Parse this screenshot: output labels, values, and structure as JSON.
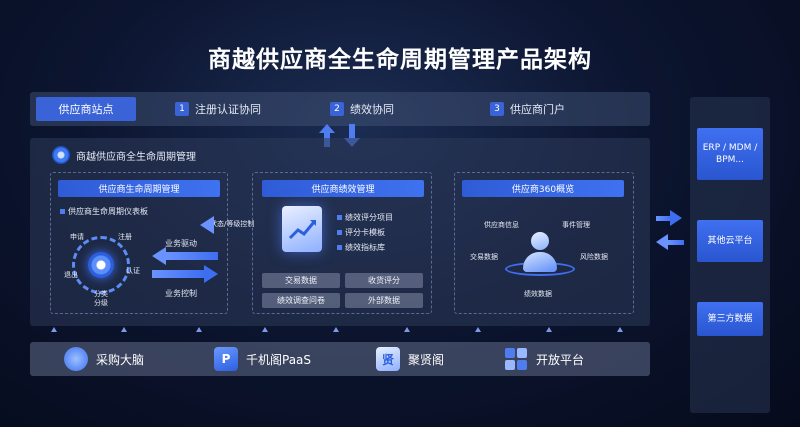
{
  "title": "商越供应商全生命周期管理产品架构",
  "top": {
    "site": "供应商站点",
    "steps": [
      {
        "num": "1",
        "label": "注册认证协同"
      },
      {
        "num": "2",
        "label": "绩效协同"
      },
      {
        "num": "3",
        "label": "供应商门户"
      }
    ]
  },
  "main": {
    "heading": "商越供应商全生命周期管理",
    "lifecycle": {
      "header": "供应商生命周期管理",
      "dashboard": "供应商生命周期仪表板",
      "cycle": [
        "申请",
        "注册",
        "认证",
        "分级",
        "分类",
        "退出"
      ]
    },
    "arrows": {
      "status": "状态/等级控制",
      "business_drive": "业务驱动",
      "business_control": "业务控制"
    },
    "performance": {
      "header": "供应商绩效管理",
      "items": [
        "绩效评分项目",
        "评分卡模板",
        "绩效指标库"
      ],
      "boxes": [
        "交易数据",
        "收货评分",
        "绩效调查问卷",
        "外部数据"
      ]
    },
    "overview": {
      "header": "供应商360概览",
      "labels": [
        "供应商信息",
        "事件管理",
        "交易数据",
        "风险数据",
        "绩效数据"
      ]
    }
  },
  "bottom": [
    {
      "icon": "brain-icon",
      "label": "采购大脑"
    },
    {
      "icon": "paas-icon",
      "label": "千机阁PaaS",
      "glyph": "P"
    },
    {
      "icon": "juxian-icon",
      "label": "聚贤阁",
      "glyph": "贤"
    },
    {
      "icon": "open-platform-icon",
      "label": "开放平台"
    }
  ],
  "right": [
    "ERP / MDM / BPM...",
    "其他云平台",
    "第三方数据"
  ]
}
